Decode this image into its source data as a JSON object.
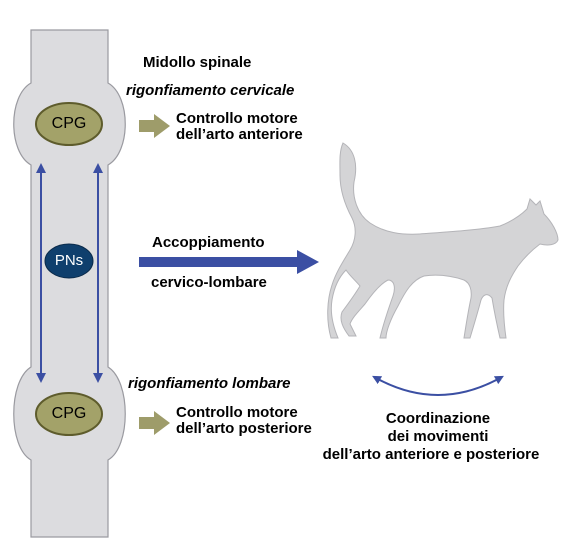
{
  "spinal_cord": {
    "title": "Midollo spinale",
    "cervical_enlargement": "rigonfiamento cervicale",
    "lumbar_enlargement": "rigonfiamento lombare",
    "cpg_upper": "CPG",
    "cpg_lower": "CPG",
    "pns": "PNs"
  },
  "outputs": {
    "forelimb_line1": "Controllo motore",
    "forelimb_line2": "dell’arto anteriore",
    "hindlimb_line1": "Controllo motore",
    "hindlimb_line2": "dell’arto posteriore"
  },
  "coupling": {
    "line1": "Accoppiamento",
    "line2": "cervico-lombare"
  },
  "coordination": {
    "line1": "Coordinazione",
    "line2": "dei movimenti",
    "line3": "dell’arto anteriore e posteriore"
  },
  "colors": {
    "cord_fill": "#dcdcdf",
    "cord_stroke": "#9a9aa0",
    "cpg_fill": "#a3a269",
    "cpg_stroke": "#5e5c2c",
    "pns_fill": "#0f3f6d",
    "blue_arrow": "#3b4fa3",
    "olive_arrow": "#9e9c6a",
    "cat_fill": "#d4d4d6",
    "cat_stroke": "#b4b4b8"
  }
}
